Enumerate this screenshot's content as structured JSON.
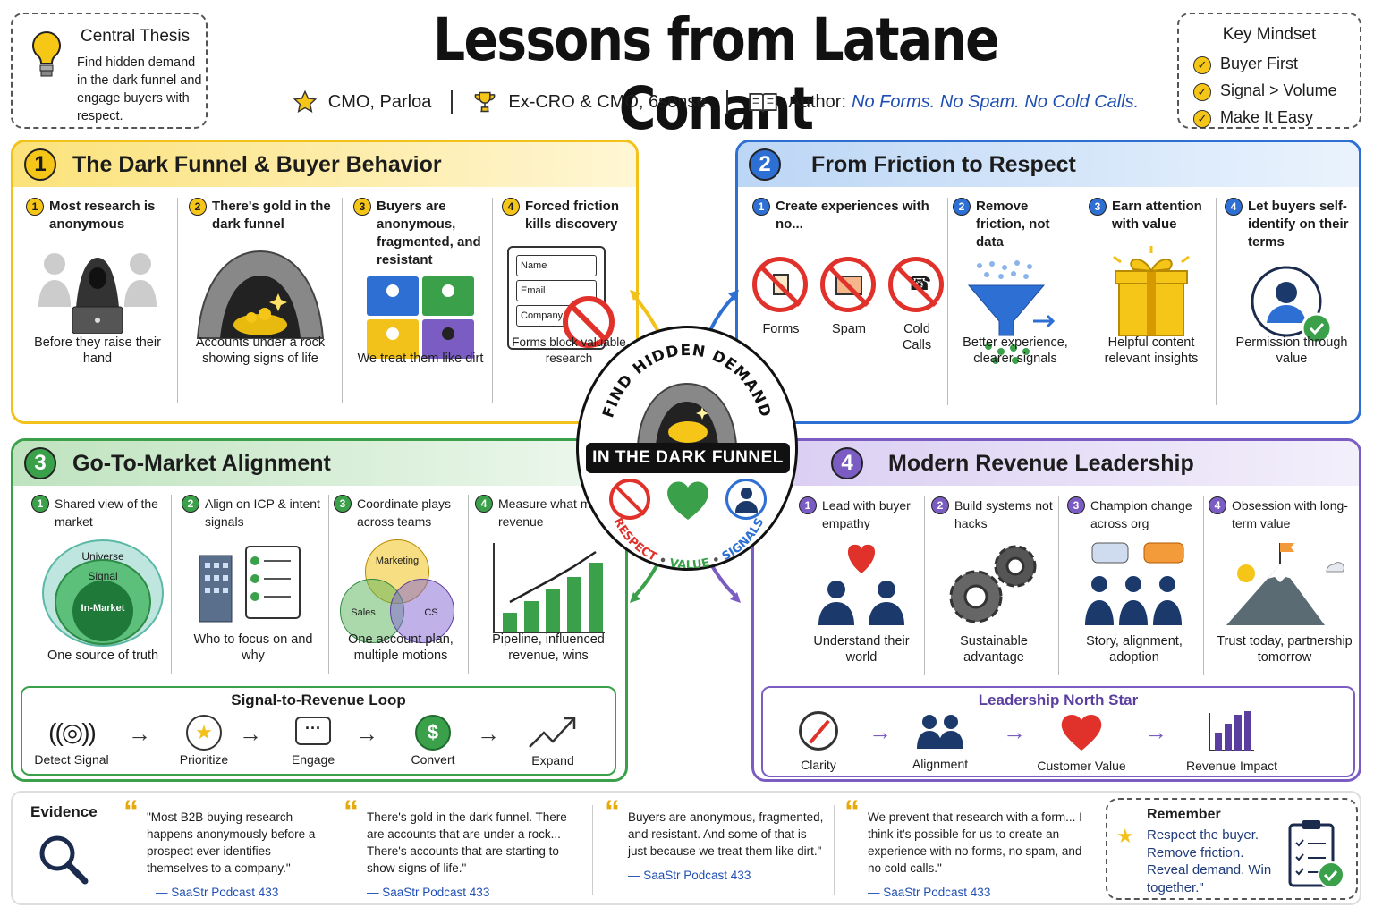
{
  "title": "Lessons from Latane Conant",
  "subtitle": {
    "role1": "CMO, Parloa",
    "role2": "Ex-CRO & CMO, 6sense",
    "author_label": "Author:",
    "book": "No Forms. No Spam. No Cold Calls."
  },
  "thesis": {
    "title": "Central Thesis",
    "text": "Find hidden demand in the dark funnel and engage buyers with respect."
  },
  "mindset": {
    "title": "Key Mindset",
    "items": [
      "Buyer First",
      "Signal > Volume",
      "Make It Easy"
    ]
  },
  "colors": {
    "yellow": "#f2c21b",
    "blue": "#2d6fd3",
    "green": "#3aa04a",
    "purple": "#7a5cc2"
  },
  "p1": {
    "num": "1",
    "title": "The Dark Funnel & Buyer Behavior",
    "cols": [
      {
        "n": "1",
        "head": "Most research is anonymous",
        "cap": "Before they raise their hand"
      },
      {
        "n": "2",
        "head": "There's gold in the dark funnel",
        "cap": "Accounts under a rock showing signs of life"
      },
      {
        "n": "3",
        "head": "Buyers are anonymous, fragmented, and resistant",
        "cap": "We treat them like dirt"
      },
      {
        "n": "4",
        "head": "Forced friction kills discovery",
        "cap": "Forms block valuable research"
      }
    ],
    "form": [
      "Name",
      "Email",
      "Company"
    ]
  },
  "p2": {
    "num": "2",
    "title": "From Friction to Respect",
    "cols": [
      {
        "n": "1",
        "head": "Create experiences with no...",
        "cap": ""
      },
      {
        "n": "2",
        "head": "Remove friction, not data",
        "cap": "Better experience, clearer signals"
      },
      {
        "n": "3",
        "head": "Earn attention with value",
        "cap": "Helpful content relevant insights"
      },
      {
        "n": "4",
        "head": "Let buyers self-identify on their terms",
        "cap": "Permission through value"
      }
    ],
    "no": [
      "Forms",
      "Spam",
      "Cold Calls"
    ]
  },
  "p3": {
    "num": "3",
    "title": "Go-To-Market Alignment",
    "cols": [
      {
        "n": "1",
        "head": "Shared view of the market",
        "cap": "One source of truth"
      },
      {
        "n": "2",
        "head": "Align on ICP & intent signals",
        "cap": "Who to focus on and why"
      },
      {
        "n": "3",
        "head": "Coordinate plays across teams",
        "cap": "One account plan, multiple motions"
      },
      {
        "n": "4",
        "head": "Measure what moves revenue",
        "cap": "Pipeline, influenced revenue, wins"
      }
    ],
    "circles": [
      "Universe",
      "Signal",
      "In-Market"
    ],
    "venn": [
      "Marketing",
      "Sales",
      "CS"
    ],
    "bars": [
      22,
      35,
      48,
      62,
      78
    ],
    "loop": {
      "title": "Signal-to-Revenue  Loop",
      "steps": [
        "Detect Signal",
        "Prioritize",
        "Engage",
        "Convert",
        "Expand"
      ]
    }
  },
  "p4": {
    "num": "4",
    "title": "Modern Revenue Leadership",
    "cols": [
      {
        "n": "1",
        "head": "Lead with buyer empathy",
        "cap": "Understand their world"
      },
      {
        "n": "2",
        "head": "Build systems not hacks",
        "cap": "Sustainable advantage"
      },
      {
        "n": "3",
        "head": "Champion change across org",
        "cap": "Story, alignment, adoption"
      },
      {
        "n": "4",
        "head": "Obsession with long-term value",
        "cap": "Trust today, partnership tomorrow"
      }
    ],
    "star": {
      "title": "Leadership North Star",
      "steps": [
        "Clarity",
        "Alignment",
        "Customer Value",
        "Revenue Impact"
      ]
    },
    "impact_bars": [
      20,
      30,
      40,
      52
    ]
  },
  "hub": {
    "arc": "FIND HIDDEN DEMAND",
    "banner": "IN THE DARK FUNNEL",
    "bottom": [
      "RESPECT",
      "VALUE",
      "SIGNALS"
    ]
  },
  "evidence": {
    "title": "Evidence",
    "quotes": [
      {
        "text": "\"Most B2B buying research happens anonymously before a prospect ever identifies themselves to a company.\"",
        "src": "— SaaStr Podcast 433"
      },
      {
        "text": "There's gold in the dark funnel. There are accounts that are under a rock... There's accounts that are starting to show signs of life.\"",
        "src": "— SaaStr Podcast 433"
      },
      {
        "text": "Buyers are anonymous, fragmented, and resistant. And some of that is just because we treat them like dirt.\"",
        "src": "— SaaStr Podcast 433"
      },
      {
        "text": "We prevent that research with a form... I think it's possible for us to create an experience with no forms, no spam, and no cold calls.\"",
        "src": "— SaaStr Podcast 433"
      }
    ]
  },
  "remember": {
    "title": "Remember",
    "text": "Respect the buyer. Remove friction. Reveal demand. Win together.\""
  }
}
